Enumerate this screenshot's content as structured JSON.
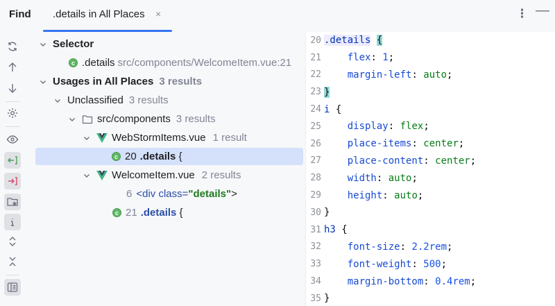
{
  "header": {
    "title": "Find",
    "tab_label": ".details in All Places",
    "tab_close": "×",
    "more": "⋮",
    "minimize": "—"
  },
  "toolbar": {
    "icons": [
      "refresh-icon",
      "arrow-up-icon",
      "arrow-down-icon",
      "settings-icon",
      "eye-icon",
      "export-icon",
      "import-icon",
      "folder-star-icon",
      "info-icon",
      "expand-icon",
      "collapse-icon",
      "preview-icon"
    ]
  },
  "tree": {
    "selector_heading": "Selector",
    "selector_item": ".details",
    "selector_path": "src/components/WelcomeItem.vue:21",
    "usages_heading": "Usages in All Places",
    "usages_count": "3 results",
    "unclassified": "Unclassified",
    "unclassified_count": "3 results",
    "folder": "src/components",
    "folder_count": "3 results",
    "file1": "WebStormItems.vue",
    "file1_count": "1 result",
    "file1_line": "20",
    "file1_code": ".details",
    "file1_brace": " {",
    "file2": "WelcomeItem.vue",
    "file2_count": "2 results",
    "file2_line1": "6",
    "file2_line1_pre": "<div",
    "file2_line1_attr": " class=",
    "file2_line1_val": "\"details\"",
    "file2_line1_post": ">",
    "file2_line2": "21",
    "file2_line2_code": ".details",
    "file2_line2_brace": " {"
  },
  "code": {
    "lines": [
      {
        "n": "20"
      },
      {
        "n": "21"
      },
      {
        "n": "22"
      },
      {
        "n": "23"
      },
      {
        "n": "24"
      },
      {
        "n": "25"
      },
      {
        "n": "26"
      },
      {
        "n": "27"
      },
      {
        "n": "28"
      },
      {
        "n": "29"
      },
      {
        "n": "30"
      },
      {
        "n": "31"
      },
      {
        "n": "32"
      },
      {
        "n": "33"
      },
      {
        "n": "34"
      },
      {
        "n": "35"
      }
    ],
    "t": {
      "l20_sel": ".details",
      "l20_brace": "{",
      "l21_prop": "flex",
      "l21_val": "1",
      "l22_prop": "margin-left",
      "l22_val": "auto",
      "l23_brace": "}",
      "l24_sel": "i",
      "l24_brace": " {",
      "l25_prop": "display",
      "l25_val": "flex",
      "l26_prop": "place-items",
      "l26_val": "center",
      "l27_prop": "place-content",
      "l27_val": "center",
      "l28_prop": "width",
      "l28_val": "auto",
      "l29_prop": "height",
      "l29_val": "auto",
      "l30_brace": "}",
      "l31_sel": "h3",
      "l31_brace": " {",
      "l32_prop": "font-size",
      "l32_val": "2.2rem",
      "l33_prop": "font-weight",
      "l33_val": "500",
      "l34_prop": "margin-bottom",
      "l34_val": "0.4rem",
      "l35_brace": "}"
    }
  }
}
